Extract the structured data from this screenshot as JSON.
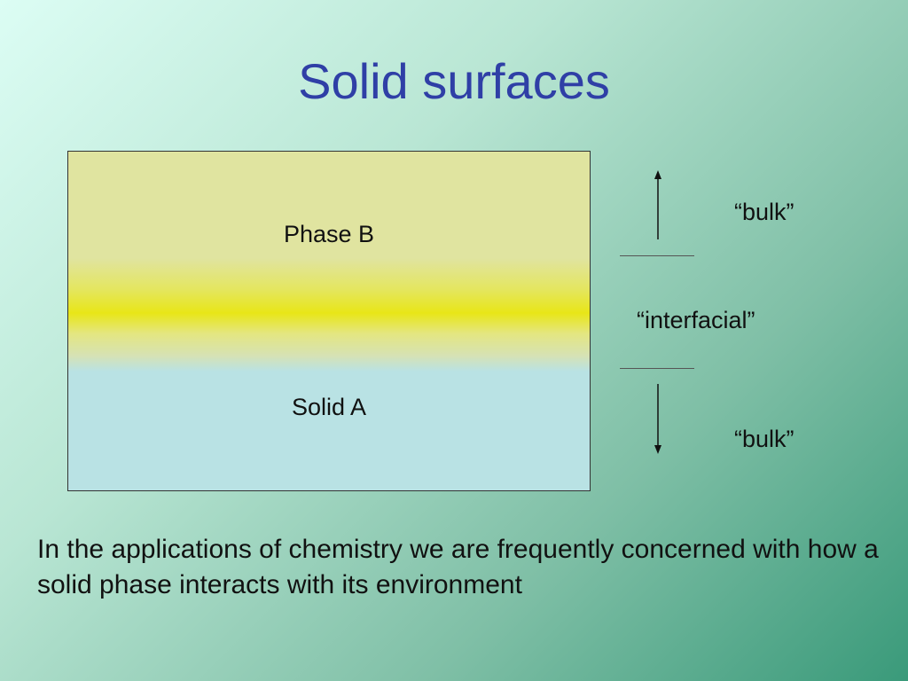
{
  "slide": {
    "title": "Solid surfaces"
  },
  "diagram": {
    "phase_b_label": "Phase B",
    "solid_a_label": "Solid A",
    "bulk_top_label": "“bulk”",
    "interfacial_label": "“interfacial”",
    "bulk_bottom_label": "“bulk”",
    "colors": {
      "phase_b": "#e0e4a0",
      "interface": "#e8e617",
      "solid_a": "#b9e2e4",
      "title": "#2f3fa6"
    }
  },
  "caption": {
    "text": "In the applications of chemistry we are frequently concerned with how a solid phase interacts with its environment"
  }
}
